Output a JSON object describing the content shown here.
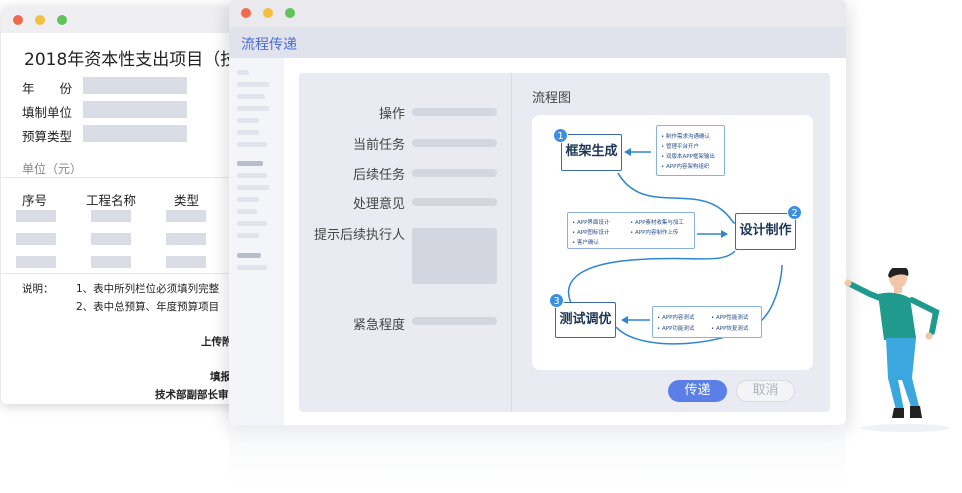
{
  "back_window": {
    "title": "2018年资本性支出项目（技术",
    "fields": [
      {
        "label": "年　　份"
      },
      {
        "label": "填制单位"
      },
      {
        "label": "预算类型"
      }
    ],
    "unit": "单位（元）",
    "table_headers": [
      "序号",
      "工程名称",
      "类型"
    ],
    "note_label": "说明：",
    "notes": [
      "1、表中所列栏位必须填列完整",
      "2、表中总预算、年度预算项目"
    ],
    "sign_lines": [
      "上传附",
      "填报",
      "技术部副部长审"
    ]
  },
  "main_window": {
    "header_title": "流程传递",
    "form": {
      "operation_label": "操作",
      "current_task_label": "当前任务",
      "next_task_label": "后续任务",
      "opinion_label": "处理意见",
      "prompt_label": "提示后续执行人",
      "urgency_label": "紧急程度"
    },
    "flow_label": "流程图",
    "buttons": {
      "submit": "传递",
      "cancel": "取消"
    }
  },
  "flowchart": {
    "steps": [
      {
        "num": "1",
        "label": "框架生成"
      },
      {
        "num": "2",
        "label": "设计制作"
      },
      {
        "num": "3",
        "label": "测试调优"
      }
    ],
    "notes1": [
      "• 制作需求沟通确认",
      "• 管理平台开户",
      "• 双版本APP框架输出",
      "• APP内容架构组织"
    ],
    "notes2": [
      "• APP界面设计",
      "• APP素材收集与加工",
      "• APP图标设计",
      "• APP内容制作上传",
      "• 客户确认"
    ],
    "notes3": [
      "• APP内容测试",
      "• APP性能测试",
      "• APP功能测试",
      "• APP恢复测试"
    ]
  },
  "colors": {
    "accent": "#5b7fe6",
    "node_border": "#3a6aa8",
    "badge": "#3a8fe0",
    "shirt": "#1f9a8c",
    "pants": "#3aa8df"
  }
}
